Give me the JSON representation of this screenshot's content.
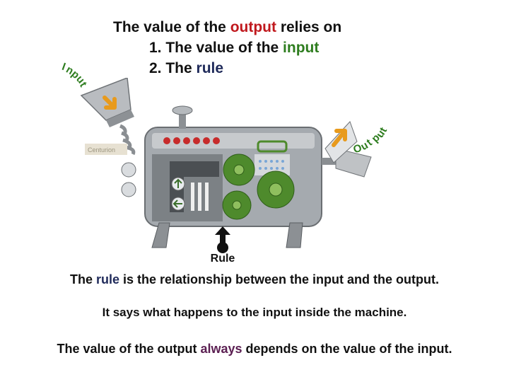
{
  "title": {
    "line1": {
      "pre": "The value of the ",
      "em": "output",
      "post": " relies on"
    },
    "line2": {
      "pre": "1. The value of the ",
      "em": "input"
    },
    "line3": {
      "pre": "2. The ",
      "em": "rule"
    }
  },
  "machine": {
    "input_label": [
      "I",
      "n",
      "p",
      "u",
      "t"
    ],
    "output_label": [
      "O",
      "u",
      "t",
      "p",
      "u",
      "t"
    ],
    "rule_label": "Rule",
    "brand_text": "Centurion"
  },
  "body": {
    "line1": {
      "pre": "The ",
      "em": "rule",
      "post": " is the relationship between the input and the output."
    },
    "line2": "It says what happens to the input inside the machine.",
    "line3": {
      "pre": "The value of the output ",
      "em": "always",
      "post": " depends on the value of the input."
    }
  },
  "colors": {
    "output_word": "#c0181d",
    "input_word": "#2e7d1f",
    "always_word": "#5b1f52",
    "rule_word": "#1f2a5a",
    "machine_body": "#9aa0a6",
    "gear": "#4e8a2c"
  }
}
